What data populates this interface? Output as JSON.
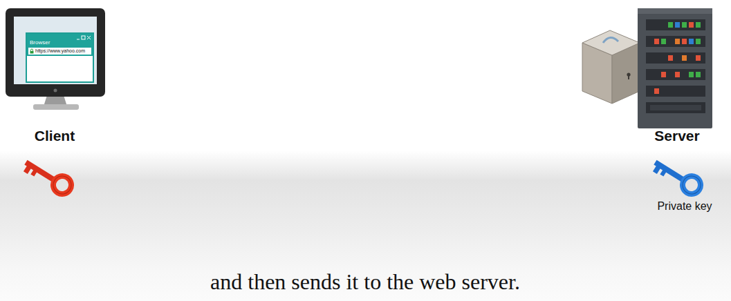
{
  "diagram": {
    "caption": "and then sends it to the web server.",
    "nodes": [
      {
        "text": [
          "Browser",
          "https://www.yahoo.com"
        ]
      }
    ],
    "labels": [
      "Client",
      "Server",
      "Private key"
    ]
  }
}
